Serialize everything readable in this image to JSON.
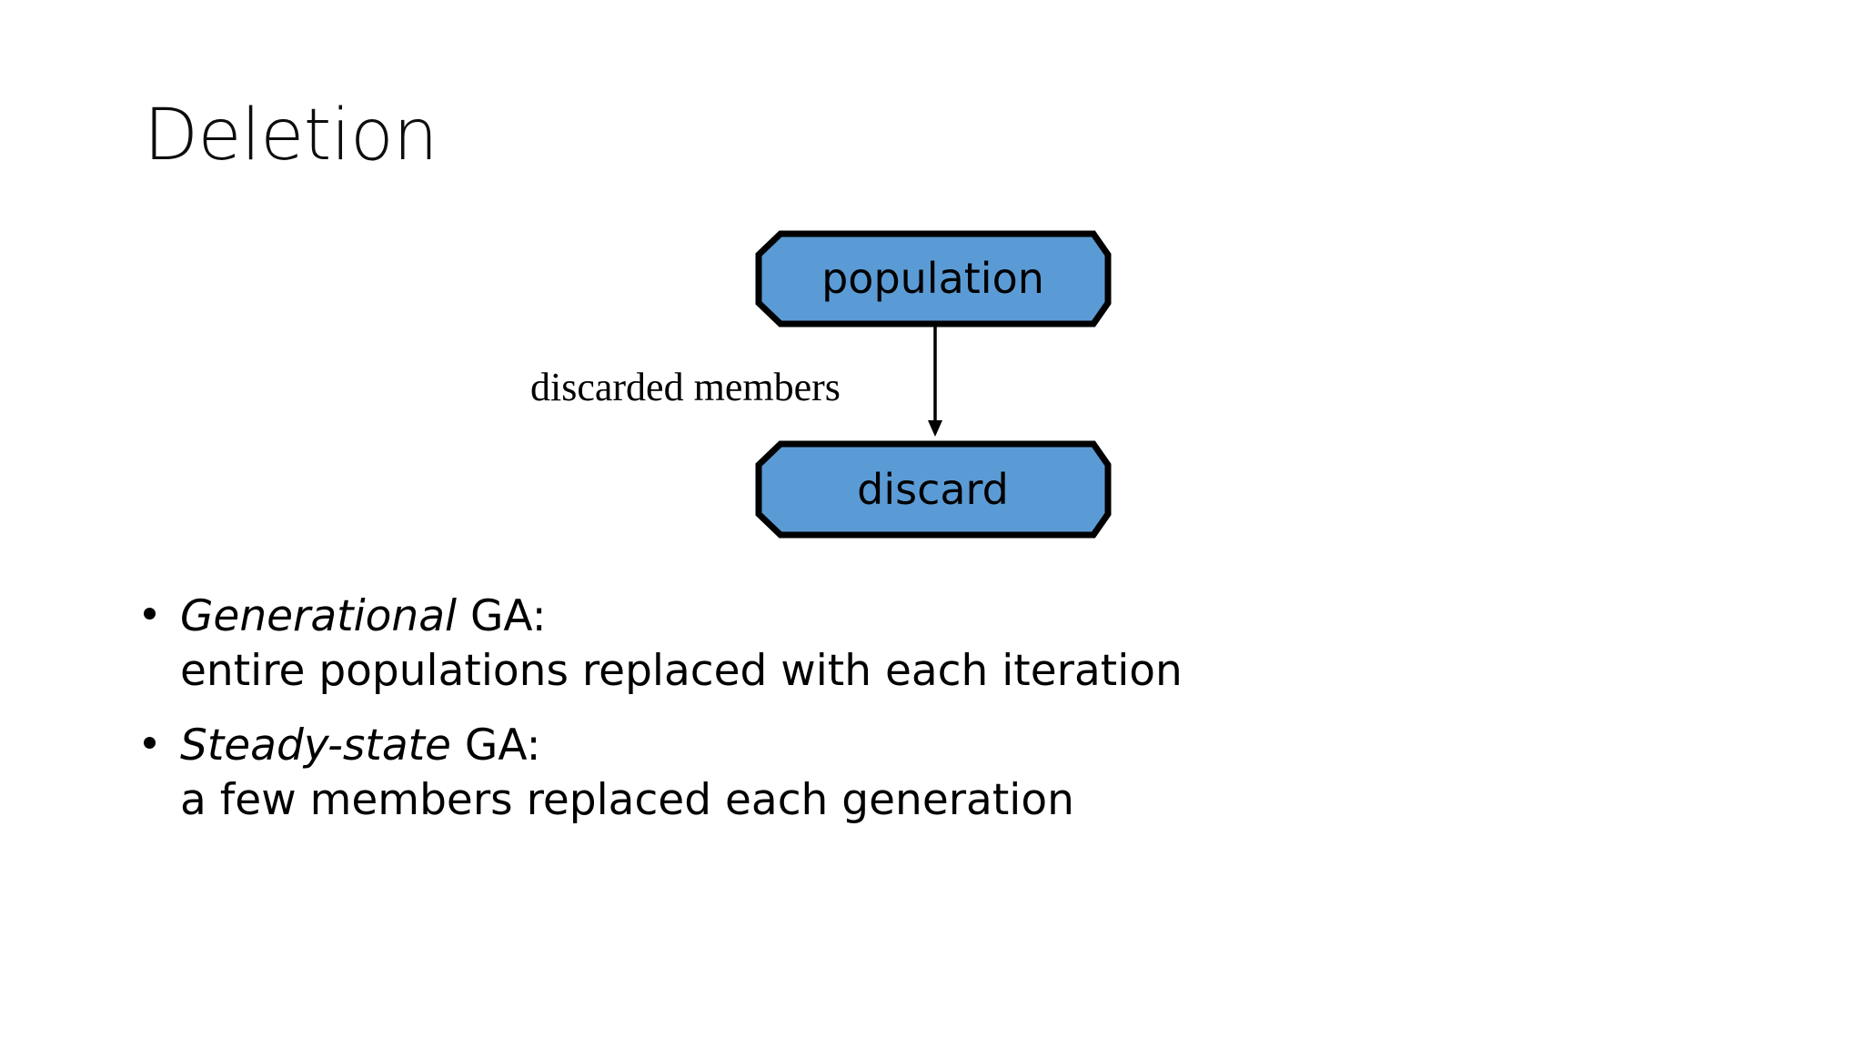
{
  "slide": {
    "title": "Deletion",
    "background_color": "#ffffff",
    "text_color": "#000000"
  },
  "diagram": {
    "shape_fill_color": "#5b9bd5",
    "shape_stroke_color": "#000000",
    "nodes": [
      {
        "id": "population",
        "label": "population",
        "shape": "octagon"
      },
      {
        "id": "discard",
        "label": "discard",
        "shape": "octagon"
      }
    ],
    "edges": [
      {
        "from": "population",
        "to": "discard",
        "label": "discarded members",
        "arrow": "down-arrow-icon"
      }
    ]
  },
  "bullets": [
    {
      "marker": "bullet-point",
      "line1_emphasis": "Generational",
      "line1_rest": " GA:",
      "line2": "entire populations replaced with each iteration"
    },
    {
      "marker": "bullet-point",
      "line1_emphasis": "Steady-state",
      "line1_rest": " GA:",
      "line2": "a few members replaced each generation"
    }
  ]
}
